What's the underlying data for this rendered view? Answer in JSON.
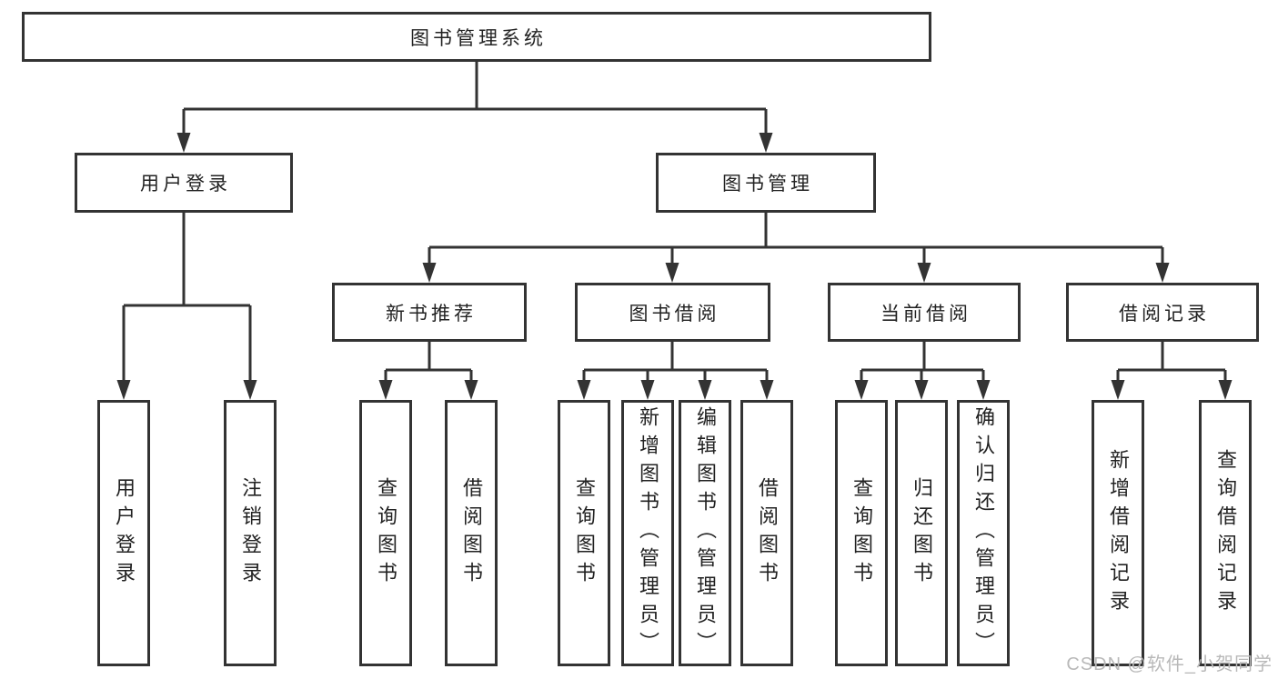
{
  "diagram": {
    "type": "hierarchy-structure-chart",
    "colors": {
      "background": "#ffffff",
      "box_border": "#333333",
      "connector_line": "#333333",
      "node_text": "#222222",
      "watermark_text": "#b9b9b9"
    },
    "tree": {
      "root": {
        "label": "图书管理系统",
        "children": [
          {
            "label": "用户登录",
            "children": [
              {
                "label": "用户登录"
              },
              {
                "label": "注销登录"
              }
            ]
          },
          {
            "label": "图书管理",
            "children": [
              {
                "label": "新书推荐",
                "children": [
                  {
                    "label": "查询图书"
                  },
                  {
                    "label": "借阅图书"
                  }
                ]
              },
              {
                "label": "图书借阅",
                "children": [
                  {
                    "label": "查询图书"
                  },
                  {
                    "label": "新增图书（管理员）"
                  },
                  {
                    "label": "编辑图书（管理员）"
                  },
                  {
                    "label": "借阅图书"
                  }
                ]
              },
              {
                "label": "当前借阅",
                "children": [
                  {
                    "label": "查询图书"
                  },
                  {
                    "label": "归还图书"
                  },
                  {
                    "label": "确认归还（管理员）"
                  }
                ]
              },
              {
                "label": "借阅记录",
                "children": [
                  {
                    "label": "新增借阅记录"
                  },
                  {
                    "label": "查询借阅记录"
                  }
                ]
              }
            ]
          }
        ]
      }
    },
    "watermark": {
      "text": "CSDN @软件_小贺同学"
    }
  }
}
